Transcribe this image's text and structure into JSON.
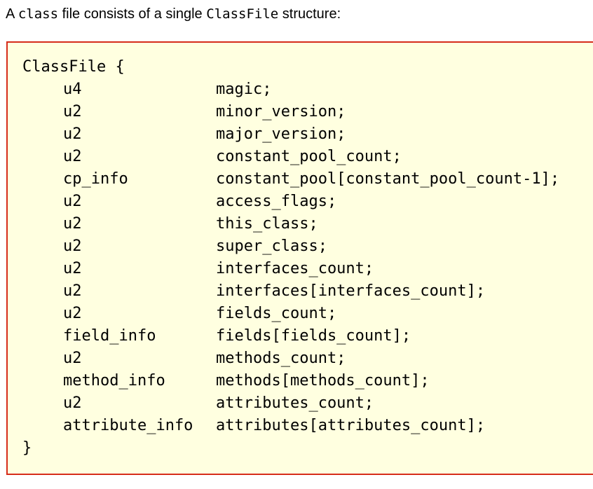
{
  "intro": {
    "prefix": "A",
    "code1": "class",
    "middle": "file consists of a single",
    "code2": "ClassFile",
    "suffix": "structure:"
  },
  "code": {
    "open": "ClassFile {",
    "fields": [
      {
        "type": "u4",
        "name": "magic;"
      },
      {
        "type": "u2",
        "name": "minor_version;"
      },
      {
        "type": "u2",
        "name": "major_version;"
      },
      {
        "type": "u2",
        "name": "constant_pool_count;"
      },
      {
        "type": "cp_info",
        "name": "constant_pool[constant_pool_count-1];"
      },
      {
        "type": "u2",
        "name": "access_flags;"
      },
      {
        "type": "u2",
        "name": "this_class;"
      },
      {
        "type": "u2",
        "name": "super_class;"
      },
      {
        "type": "u2",
        "name": "interfaces_count;"
      },
      {
        "type": "u2",
        "name": "interfaces[interfaces_count];"
      },
      {
        "type": "u2",
        "name": "fields_count;"
      },
      {
        "type": "field_info",
        "name": "fields[fields_count];"
      },
      {
        "type": "u2",
        "name": "methods_count;"
      },
      {
        "type": "method_info",
        "name": "methods[methods_count];"
      },
      {
        "type": "u2",
        "name": "attributes_count;"
      },
      {
        "type": "attribute_info",
        "name": "attributes[attributes_count];"
      }
    ],
    "close": "}"
  },
  "colors": {
    "box_border": "#d62c1a",
    "box_background": "#ffffe0"
  }
}
